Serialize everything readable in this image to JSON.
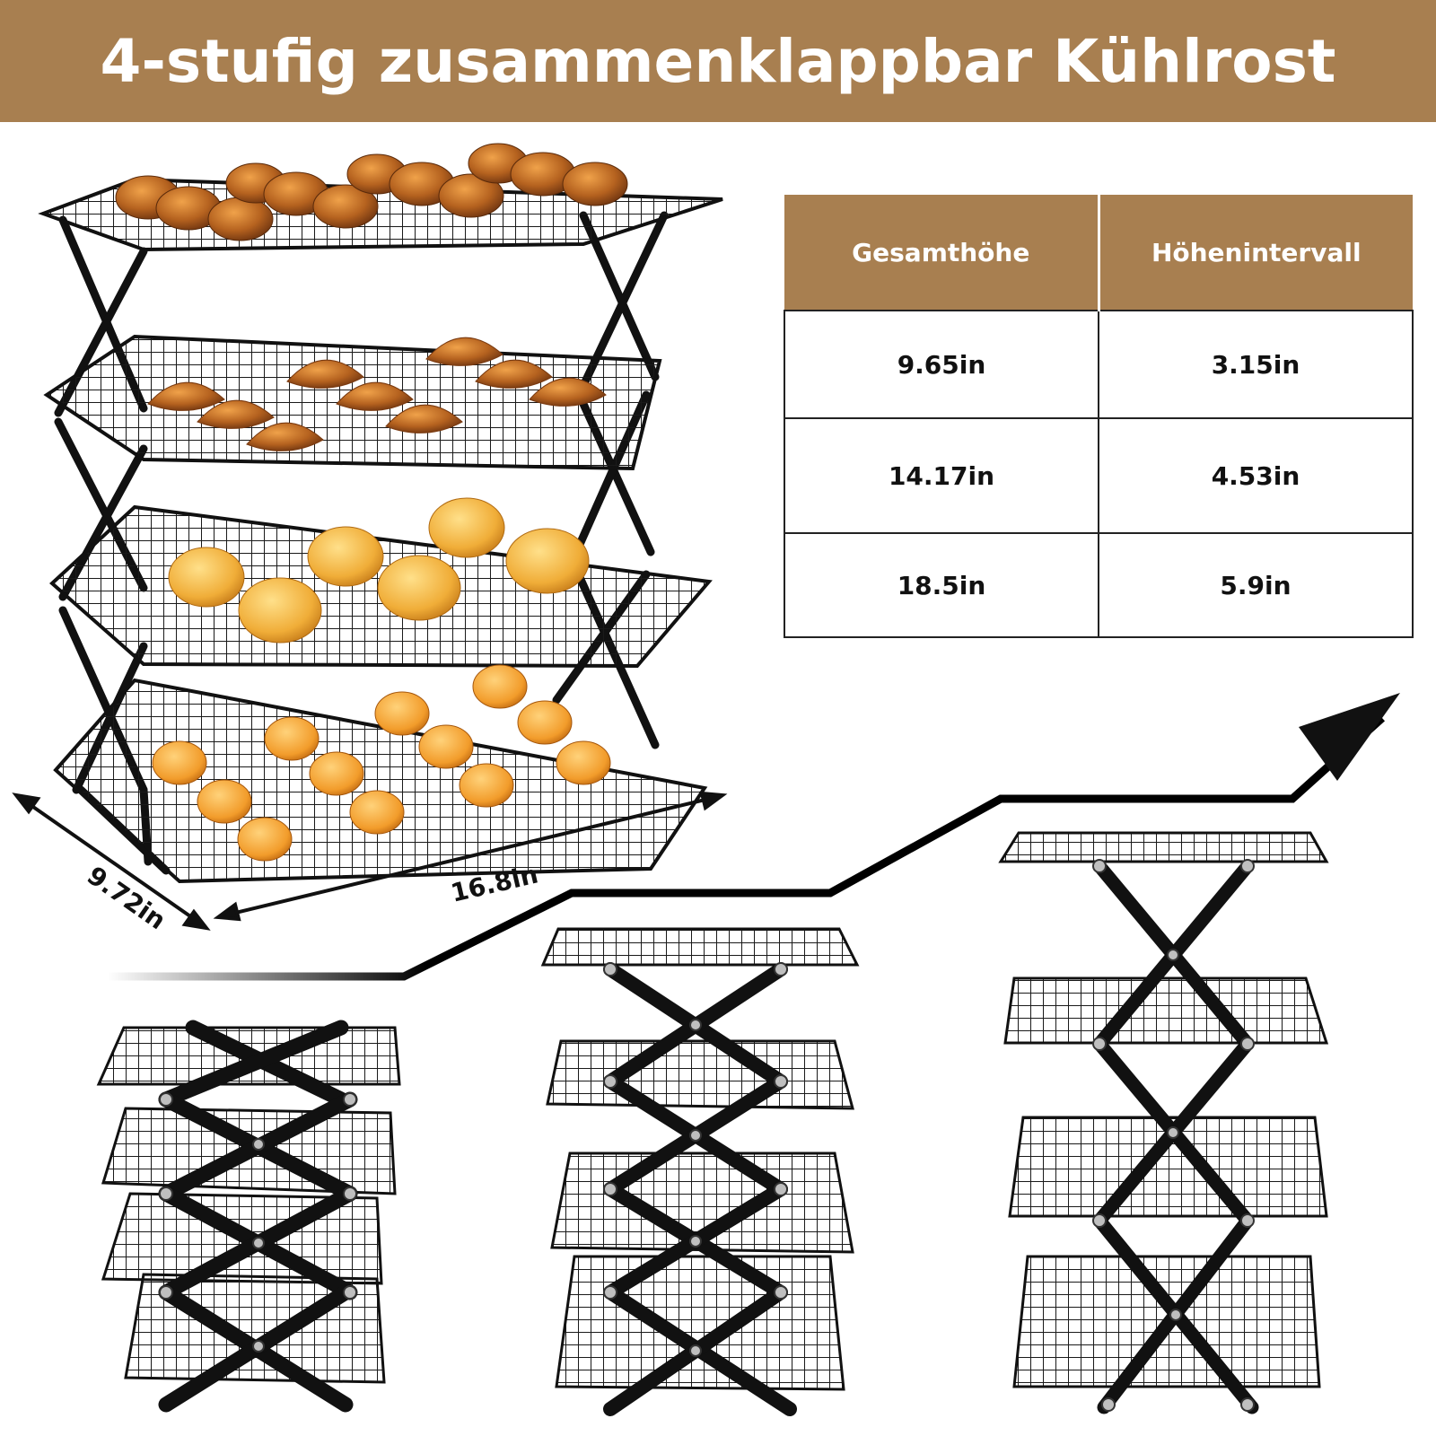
{
  "banner": {
    "title": "4-stufig zusammenklappbar Kühlrost",
    "color": "#a87f50"
  },
  "spec_table": {
    "headers": [
      "Gesamthöhe",
      "Höhenintervall"
    ],
    "rows": [
      [
        "9.65in",
        "3.15in"
      ],
      [
        "14.17in",
        "4.53in"
      ],
      [
        "18.5in",
        "5.9in"
      ]
    ]
  },
  "dimensions": {
    "depth": "9.72in",
    "width": "16.8in"
  },
  "illustrations": {
    "main_rack_icon": "rack-with-baked-goods",
    "fold_stages": [
      "folded-rack",
      "half-extended-rack",
      "fully-extended-rack"
    ],
    "arrow_icon": "growth-arrow"
  }
}
